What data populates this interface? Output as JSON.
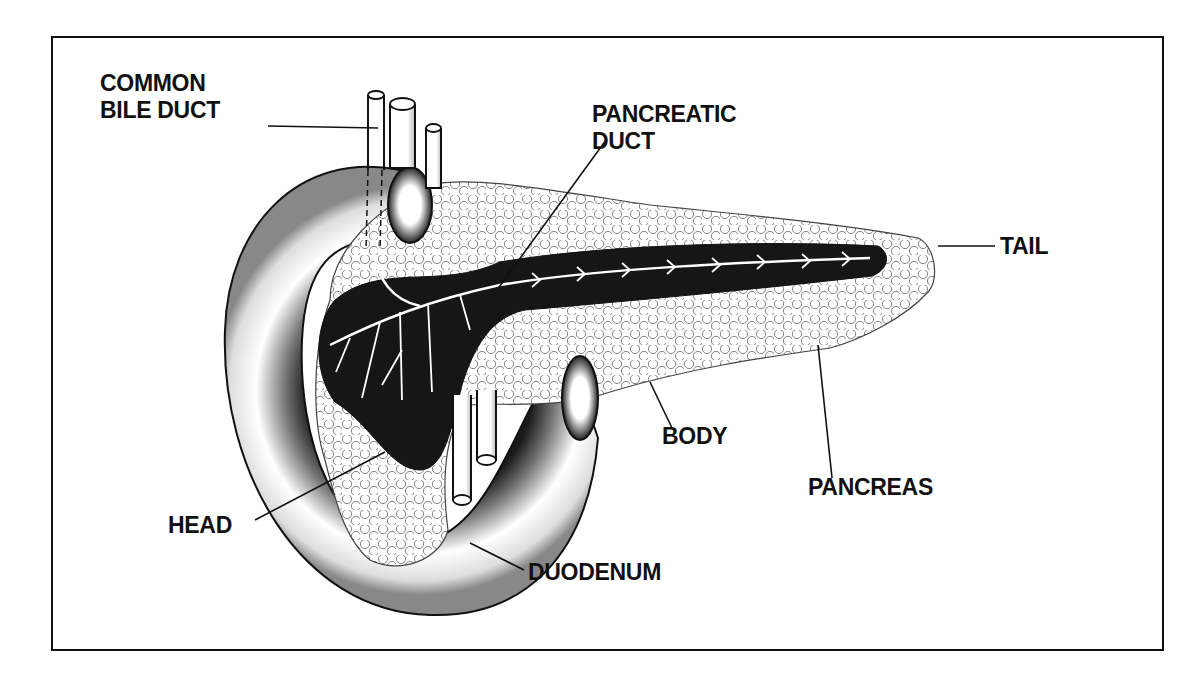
{
  "diagram": {
    "labels": [
      "COMMON BILE DUCT",
      "PANCREATIC DUCT",
      "TAIL",
      "BODY",
      "PANCREAS",
      "HEAD",
      "DUODENUM"
    ]
  }
}
